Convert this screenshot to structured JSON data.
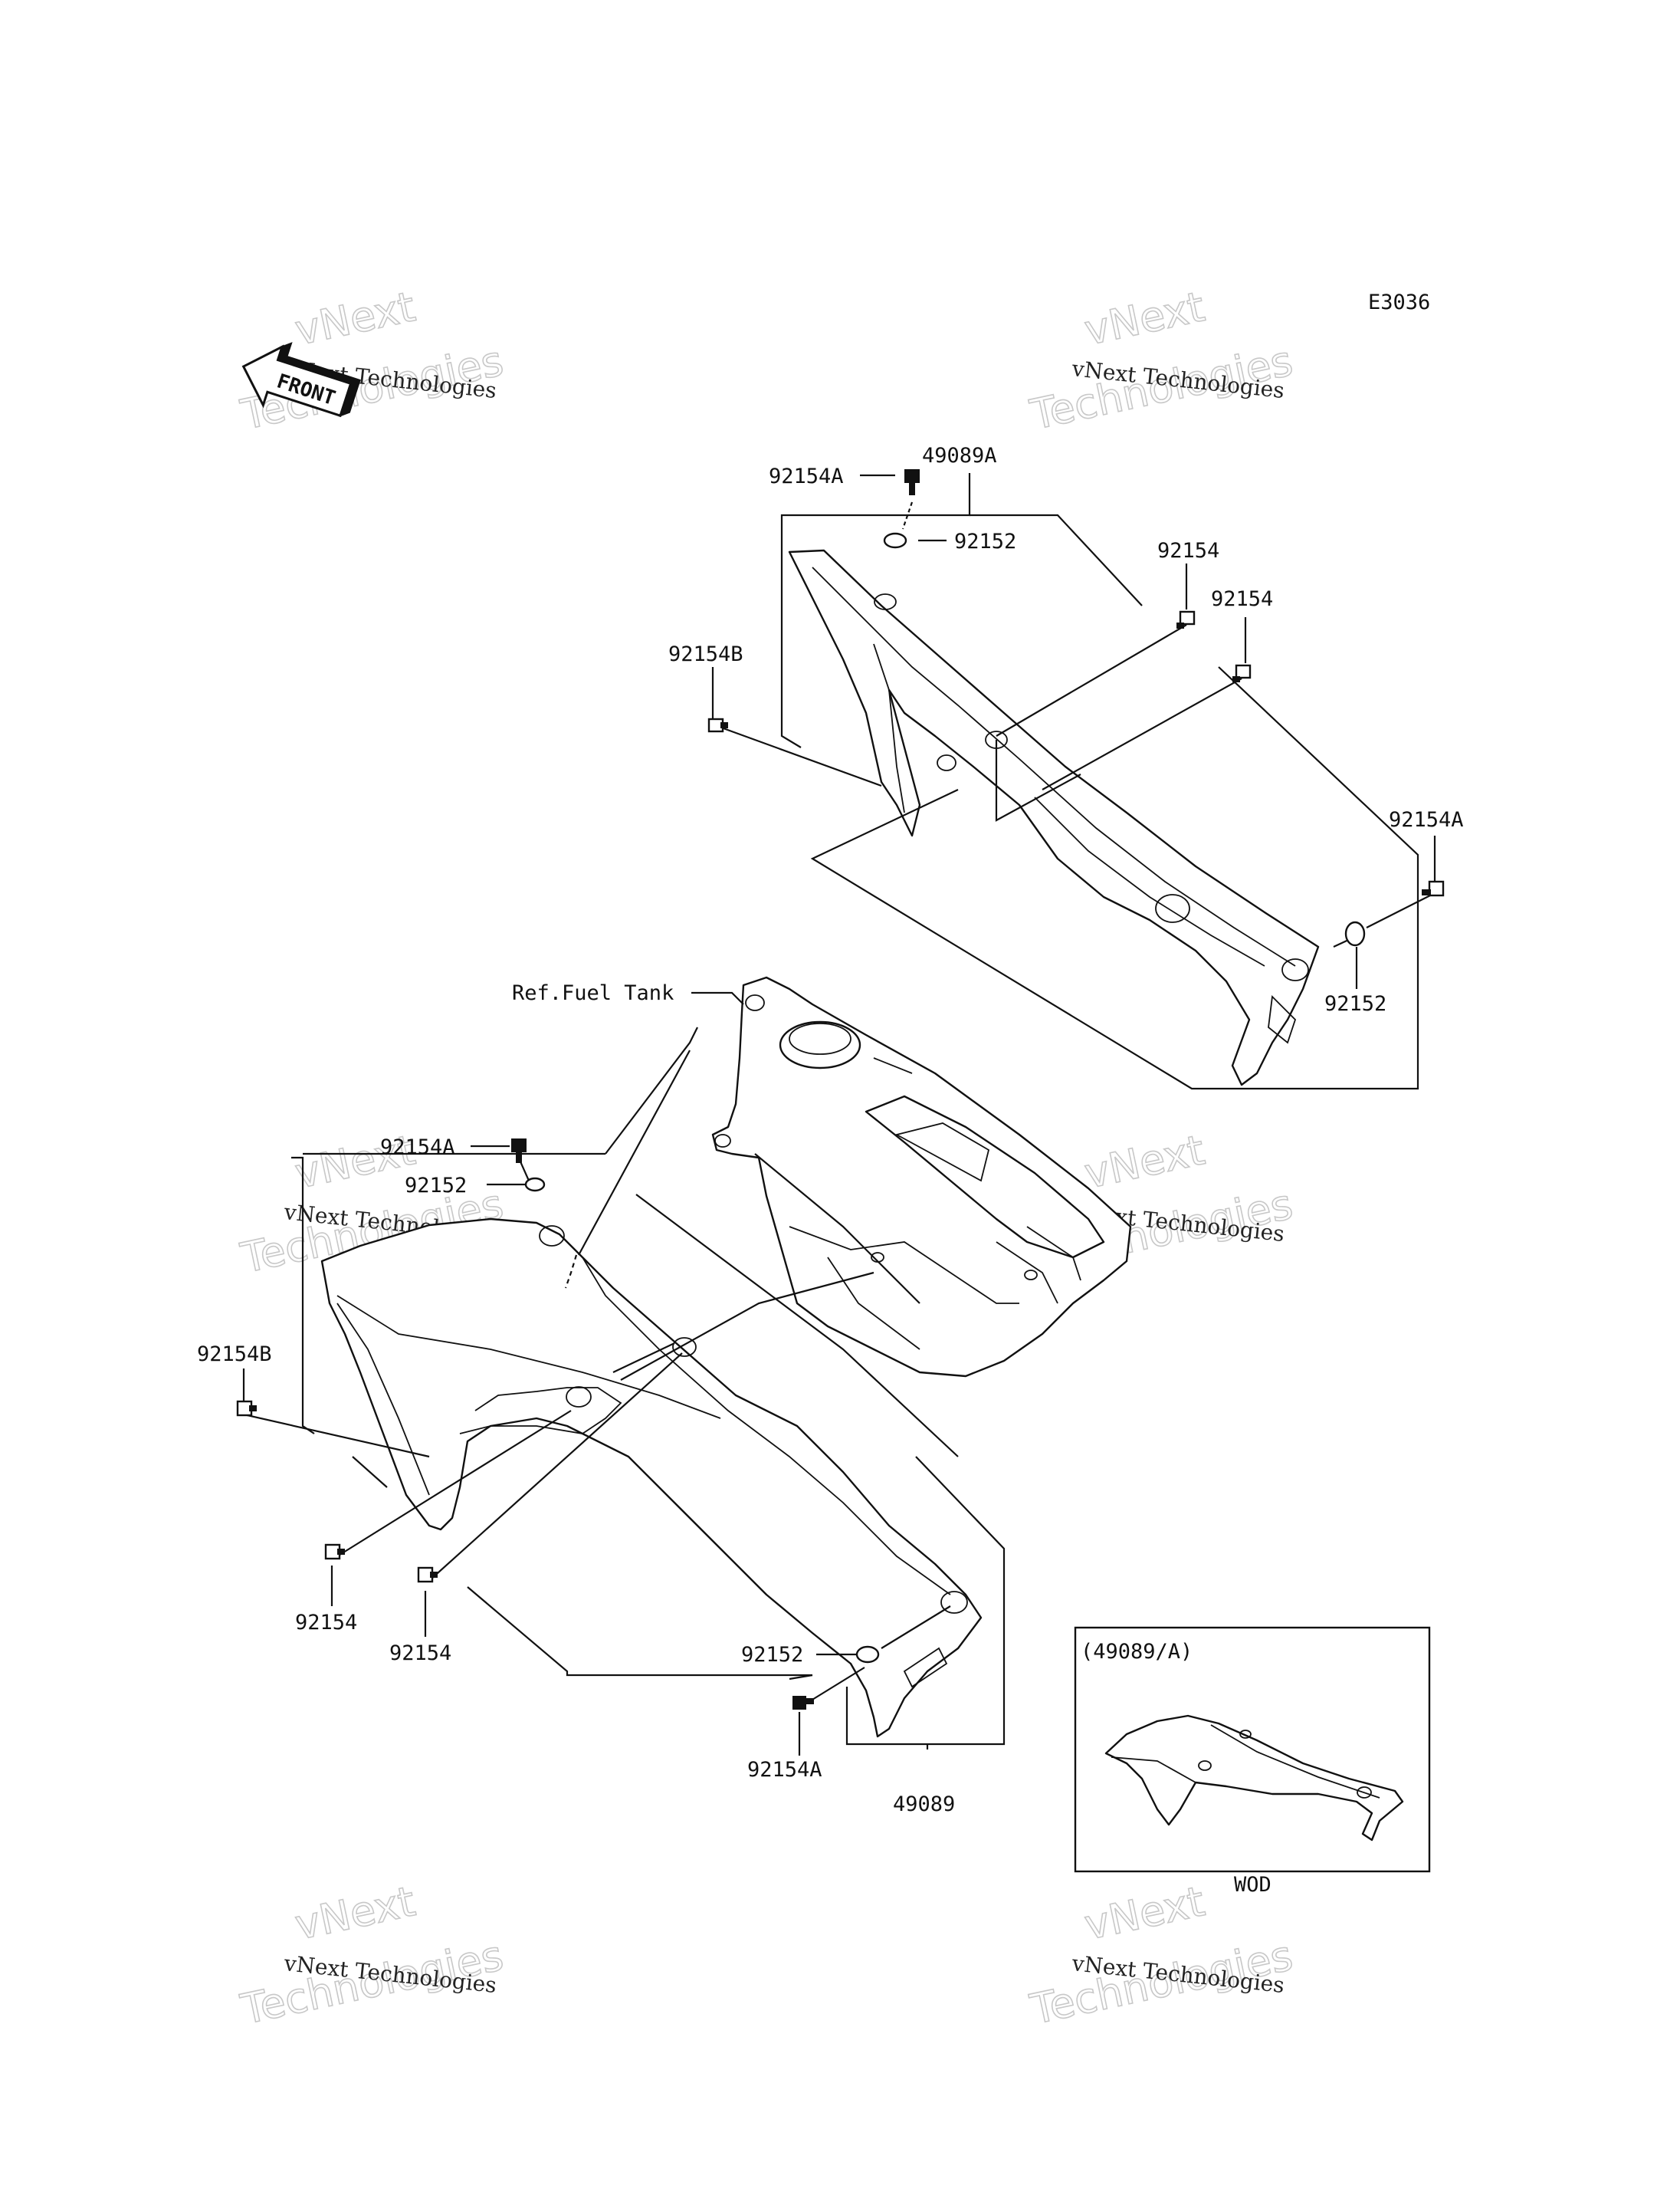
{
  "diagram": {
    "code": "E3036",
    "front_arrow": "FRONT",
    "ref_label": "Ref.Fuel Tank",
    "inset_title": "(49089/A)",
    "inset_caption": "WOD",
    "watermark_brand": "vNext Technologies",
    "watermark_top": "vNext",
    "watermark_bottom": "Technologies",
    "callouts": {
      "upper_49089A": "49089A",
      "upper_92154A_top": "92154A",
      "upper_92152_top": "92152",
      "upper_92154_a": "92154",
      "upper_92154_b": "92154",
      "upper_92154B": "92154B",
      "upper_92154A_right": "92154A",
      "upper_92152_right": "92152",
      "lower_92154A_top": "92154A",
      "lower_92152_top": "92152",
      "lower_92154B": "92154B",
      "lower_92154_left": "92154",
      "lower_92154_mid": "92154",
      "lower_92152_bottom": "92152",
      "lower_92154A_bottom": "92154A",
      "lower_49089": "49089"
    }
  }
}
